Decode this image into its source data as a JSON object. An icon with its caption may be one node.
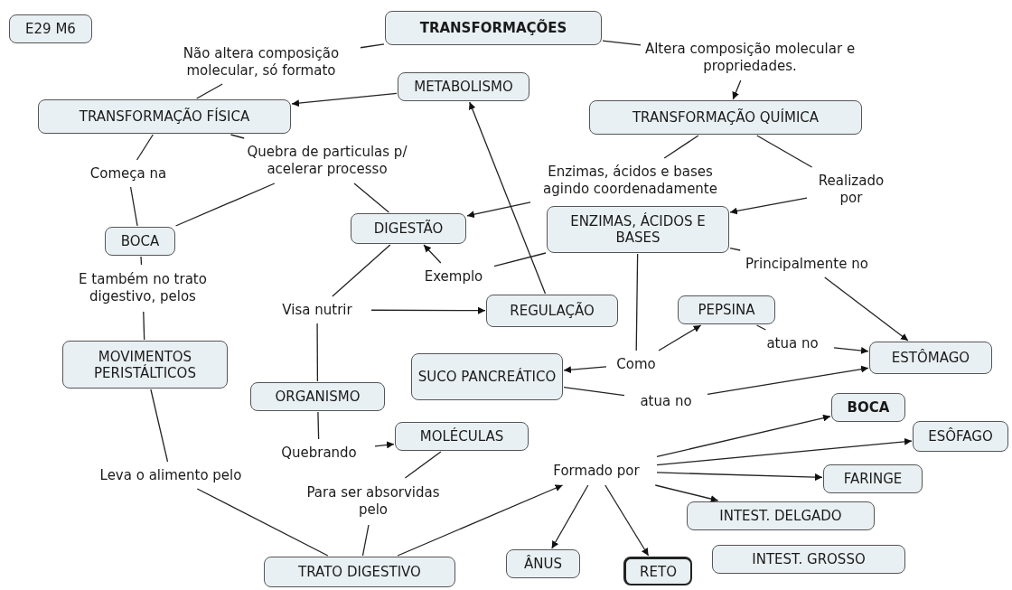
{
  "diagram": {
    "nodes": [
      {
        "text": [
          "E29 M6"
        ]
      },
      {
        "text": [
          "TRANSFORMAÇÕES"
        ]
      },
      {
        "text": [
          "Não altera composição molecular, só formato"
        ]
      },
      {
        "text": [
          "Altera composição molecular e propriedades."
        ]
      },
      {
        "text": [
          "TRANSFORMAÇÃO FÍSICA"
        ]
      },
      {
        "text": [
          "METABOLISMO"
        ]
      },
      {
        "text": [
          "TRANSFORMAÇÃO QUÍMICA"
        ]
      },
      {
        "text": [
          "Quebra de particulas p/ acelerar processo"
        ]
      },
      {
        "text": [
          "Começa na"
        ]
      },
      {
        "text": [
          "Enzimas, ácidos e bases agindo coordenadamente"
        ]
      },
      {
        "text": [
          "Realizado por"
        ]
      },
      {
        "text": [
          "DIGESTÃO"
        ]
      },
      {
        "text": [
          "ENZIMAS, ÁCIDOS E BASES"
        ]
      },
      {
        "text": [
          "BOCA"
        ]
      },
      {
        "text": [
          "Exemplo"
        ]
      },
      {
        "text": [
          "Principalmente no"
        ]
      },
      {
        "text": [
          "E também no trato digestivo, pelos"
        ]
      },
      {
        "text": [
          "Visa nutrir"
        ]
      },
      {
        "text": [
          "REGULAÇÃO"
        ]
      },
      {
        "text": [
          "PEPSINA"
        ]
      },
      {
        "text": [
          "MOVIMENTOS PERISTÁLTICOS"
        ]
      },
      {
        "text": [
          "SUCO PANCREÁTICO"
        ]
      },
      {
        "text": [
          "Como"
        ]
      },
      {
        "text": [
          "atua no"
        ]
      },
      {
        "text": [
          "ESTÔMAGO"
        ]
      },
      {
        "text": [
          "ORGANISMO"
        ]
      },
      {
        "text": [
          "atua no"
        ]
      },
      {
        "text": [
          "BOCA"
        ]
      },
      {
        "text": [
          "ESÔFAGO"
        ]
      },
      {
        "text": [
          "Quebrando"
        ]
      },
      {
        "text": [
          "MOLÉCULAS"
        ]
      },
      {
        "text": [
          "Formado por"
        ]
      },
      {
        "text": [
          "FARINGE"
        ]
      },
      {
        "text": [
          "Leva o alimento pelo"
        ]
      },
      {
        "text": [
          "Para ser absorvidas pelo"
        ]
      },
      {
        "text": [
          "INTEST. DELGADO"
        ]
      },
      {
        "text": [
          "INTEST. GROSSO"
        ]
      },
      {
        "text": [
          "ÂNUS"
        ]
      },
      {
        "text": [
          "TRATO DIGESTIVO"
        ]
      },
      {
        "text": [
          "RETO"
        ]
      }
    ],
    "edges": [
      {
        "from": 1,
        "to": 2,
        "arrow": "none"
      },
      {
        "from": 2,
        "to": 4,
        "arrow": "none"
      },
      {
        "from": 1,
        "to": 3,
        "arrow": "none"
      },
      {
        "from": 3,
        "to": 6,
        "arrow": "to"
      },
      {
        "from": 5,
        "to": 4,
        "arrow": "to"
      },
      {
        "from": 4,
        "to": 8,
        "arrow": "none"
      },
      {
        "from": 8,
        "to": 13,
        "arrow": "none"
      },
      {
        "from": 4,
        "to": 7,
        "arrow": "none"
      },
      {
        "from": 7,
        "to": 13,
        "arrow": "none"
      },
      {
        "from": 7,
        "to": 11,
        "arrow": "none"
      },
      {
        "from": 6,
        "to": 9,
        "arrow": "none"
      },
      {
        "from": 9,
        "to": 11,
        "arrow": "to"
      },
      {
        "from": 6,
        "to": 10,
        "arrow": "none"
      },
      {
        "from": 10,
        "to": 12,
        "arrow": "to"
      },
      {
        "from": 12,
        "to": 14,
        "arrow": "none"
      },
      {
        "from": 14,
        "to": 11,
        "arrow": "to"
      },
      {
        "from": 18,
        "to": 5,
        "arrow": "to"
      },
      {
        "from": 12,
        "to": 15,
        "arrow": "none"
      },
      {
        "from": 15,
        "to": 24,
        "arrow": "to"
      },
      {
        "from": 12,
        "to": 22,
        "arrow": "none"
      },
      {
        "from": 22,
        "to": 19,
        "arrow": "to"
      },
      {
        "from": 22,
        "to": 21,
        "arrow": "to"
      },
      {
        "from": 19,
        "to": 23,
        "arrow": "none"
      },
      {
        "from": 23,
        "to": 24,
        "arrow": "to"
      },
      {
        "from": 21,
        "to": 26,
        "arrow": "none"
      },
      {
        "from": 26,
        "to": 24,
        "arrow": "to"
      },
      {
        "from": 11,
        "to": 17,
        "arrow": "none"
      },
      {
        "from": 17,
        "to": 18,
        "arrow": "to"
      },
      {
        "from": 17,
        "to": 25,
        "arrow": "none"
      },
      {
        "from": 13,
        "to": 16,
        "arrow": "none"
      },
      {
        "from": 16,
        "to": 20,
        "arrow": "none"
      },
      {
        "from": 20,
        "to": 33,
        "arrow": "none"
      },
      {
        "from": 33,
        "to": 38,
        "arrow": "none"
      },
      {
        "from": 25,
        "to": 29,
        "arrow": "none"
      },
      {
        "from": 29,
        "to": 30,
        "arrow": "to"
      },
      {
        "from": 30,
        "to": 34,
        "arrow": "none"
      },
      {
        "from": 34,
        "to": 38,
        "arrow": "none"
      },
      {
        "from": 38,
        "to": 31,
        "arrow": "to"
      },
      {
        "from": 31,
        "to": 27,
        "arrow": "to"
      },
      {
        "from": 31,
        "to": 28,
        "arrow": "to"
      },
      {
        "from": 31,
        "to": 32,
        "arrow": "to"
      },
      {
        "from": 31,
        "to": 35,
        "arrow": "to"
      },
      {
        "from": 31,
        "to": 37,
        "arrow": "to"
      },
      {
        "from": 31,
        "to": 39,
        "arrow": "to"
      }
    ]
  }
}
